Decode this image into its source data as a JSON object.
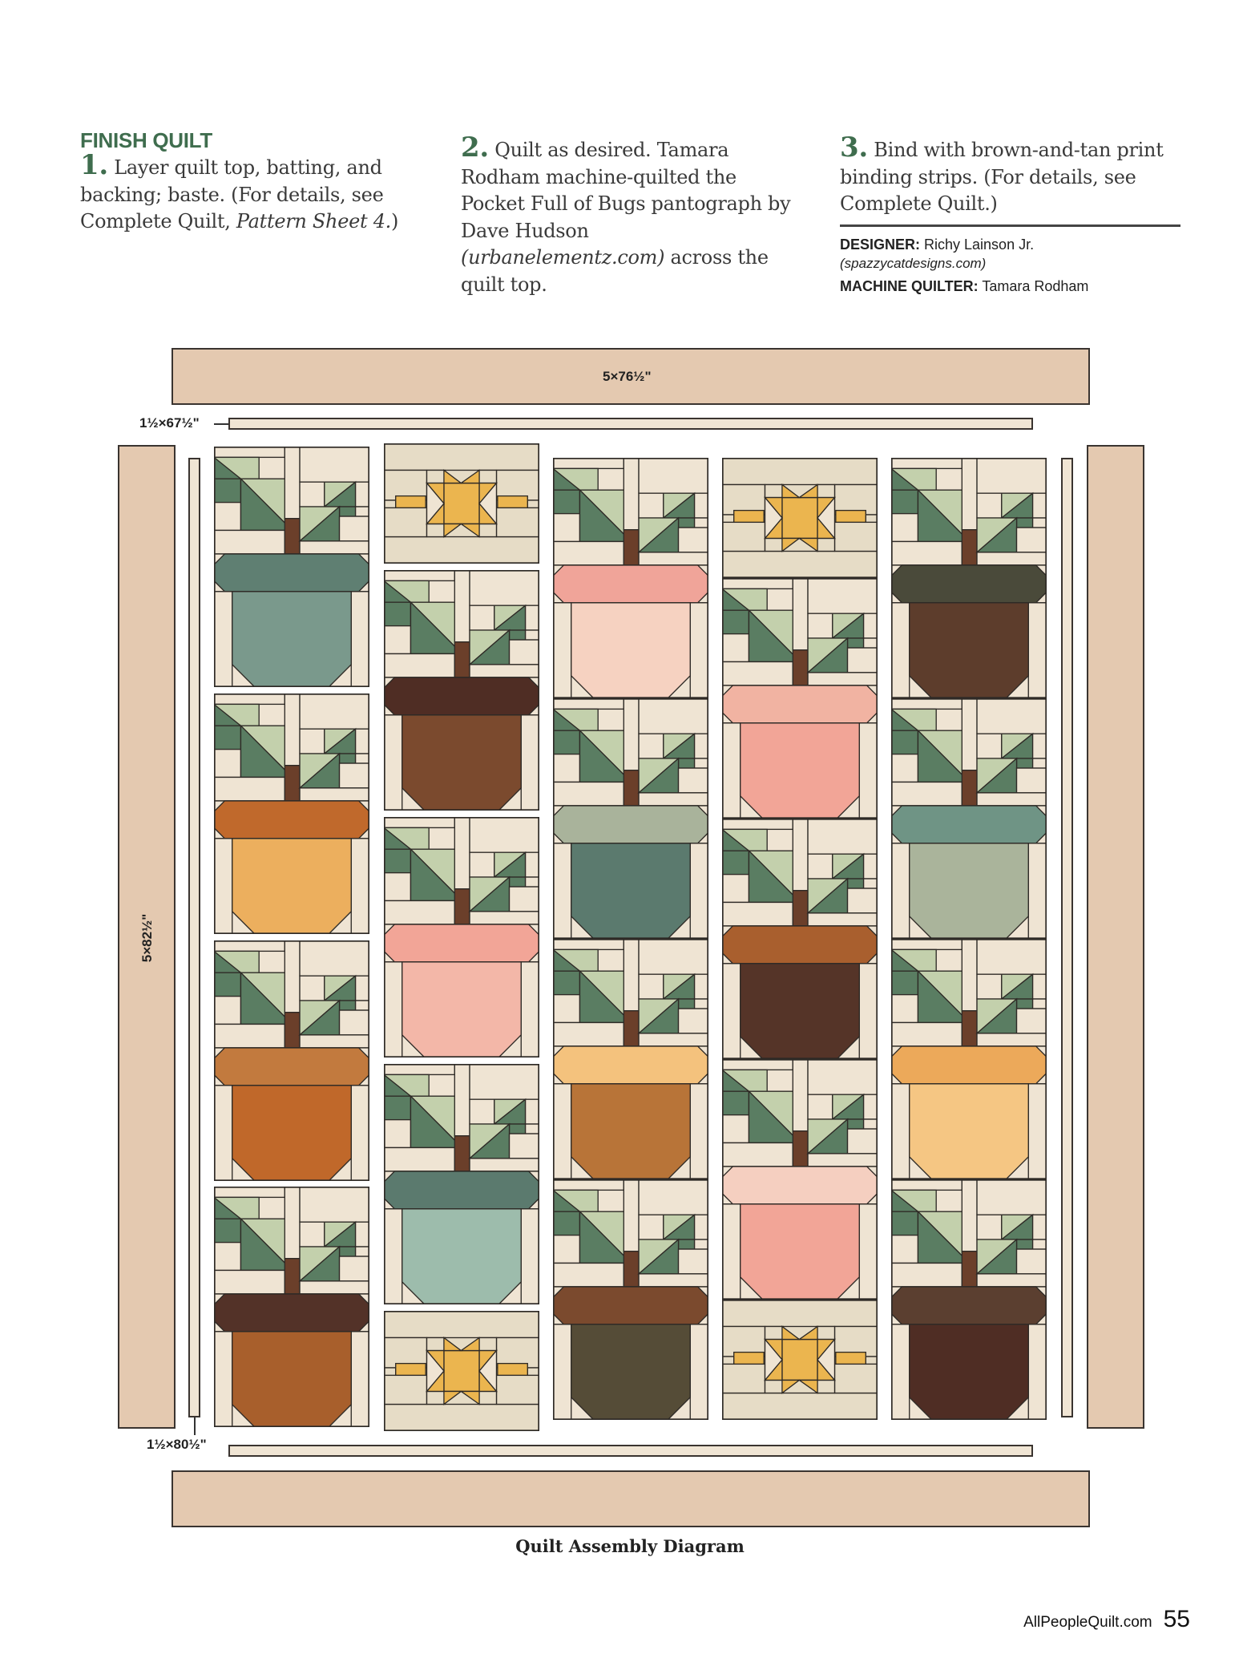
{
  "instructions": {
    "heading": "FINISH QUILT",
    "step1": {
      "num": "1.",
      "text": "Layer quilt top, batting, and backing; baste. (For details, see Complete Quilt, ",
      "italic": "Pattern Sheet 4.",
      "after": ")"
    },
    "step2": {
      "num": "2.",
      "text": "Quilt as desired. Tamara Rodham machine-quilted the Pocket Full of Bugs pantograph by Dave Hudson ",
      "italic": "(urbanelementz.com)",
      "after": " across the quilt top."
    },
    "step3": {
      "num": "3.",
      "text": "Bind with brown-and-tan print binding strips. (For details, see Complete Quilt.)"
    }
  },
  "credits": {
    "designer_label": "DESIGNER:",
    "designer": " Richy Lainson Jr.",
    "designer_site": "(spazzycatdesigns.com)",
    "quilter_label": "MACHINE QUILTER:",
    "quilter": " Tamara Rodham"
  },
  "diagram": {
    "top_border_label": "5×76½\"",
    "top_sash_label": "1½×67½\"",
    "side_border_label": "5×82½\"",
    "bottom_sash_label": "1½×80½\"",
    "caption": "Quilt Assembly Diagram",
    "colors": {
      "border": "#e4c9b0",
      "sash": "#f0e5d4",
      "leaf_dark": "#5a7d62",
      "leaf_light": "#c3d0ac",
      "stem": "#6b3f2a",
      "star": "#ebb54f"
    },
    "columns": [
      [
        {
          "cap": "#5f7f72",
          "body": "#7a998c"
        },
        {
          "cap": "#c0692c",
          "body": "#ecaf5e"
        },
        {
          "cap": "#c27a3e",
          "body": "#c0682a"
        },
        {
          "cap": "#533228",
          "body": "#a85f2c"
        }
      ],
      [
        "star",
        {
          "cap": "#4f2d24",
          "body": "#7b4a2e"
        },
        {
          "cap": "#f2a597",
          "body": "#f3b7a8"
        },
        {
          "cap": "#5b7a6e",
          "body": "#9dbcac"
        },
        "star"
      ],
      [
        {
          "cap": "#f0a499",
          "body": "#f6d2c1"
        },
        {
          "cap": "#a9b39b",
          "body": "#5b7a6e"
        },
        {
          "cap": "#f4c27d",
          "body": "#b87438"
        },
        {
          "cap": "#7b4a2e",
          "body": "#554c37"
        }
      ],
      [
        "star",
        {
          "cap": "#f1b3a2",
          "body": "#f2a597"
        },
        {
          "cap": "#a95f2e",
          "body": "#553428"
        },
        {
          "cap": "#f5cfc0",
          "body": "#f2a597"
        },
        "star"
      ],
      [
        {
          "cap": "#4a4a3a",
          "body": "#5d3d2c"
        },
        {
          "cap": "#6f9485",
          "body": "#aab49b"
        },
        {
          "cap": "#eca95a",
          "body": "#f5c683"
        },
        {
          "cap": "#5b3f30",
          "body": "#4f2d24"
        }
      ]
    ]
  },
  "footer": {
    "site": "AllPeopleQuilt.com",
    "page": "55"
  }
}
